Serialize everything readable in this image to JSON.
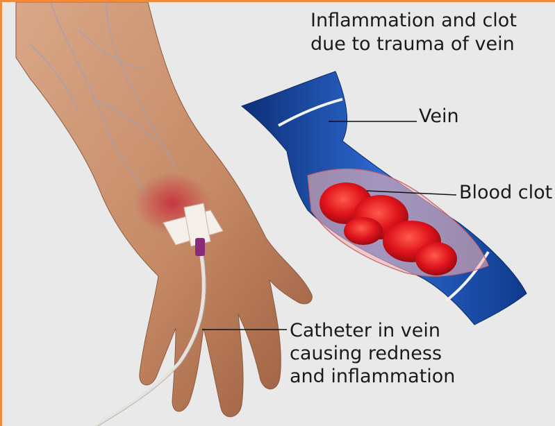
{
  "title": "Inflammation and clot\ndue to trauma of vein",
  "labels": {
    "vein": "Vein",
    "blood_clot": "Blood clot",
    "catheter": "Catheter in vein\ncausing redness\nand inflammation"
  },
  "colors": {
    "frame": "#f08a3c",
    "background": "#e9e9e9",
    "skin": "#c98f6c",
    "vein_blue": "#1e4fa8",
    "clot_red": "#d0101a",
    "catheter_tape": "#f2ede8",
    "catheter_hub": "#8a2a7a"
  }
}
